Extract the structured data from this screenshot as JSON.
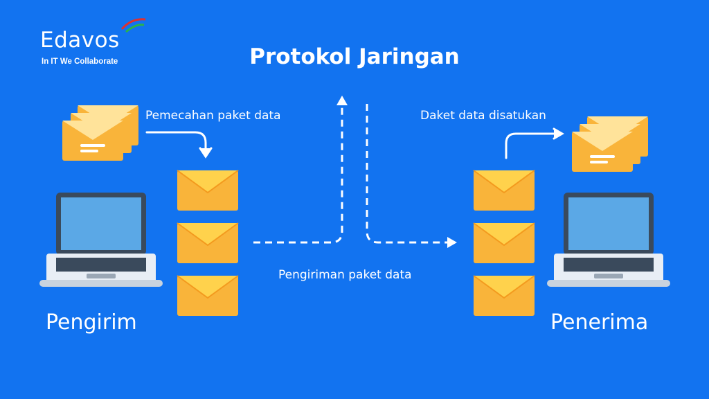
{
  "brand": {
    "name": "Edavos",
    "tagline": "In IT We Collaborate"
  },
  "title": "Protokol Jaringan",
  "labels": {
    "split": "Pemecahan paket data",
    "join": "Daket data disatukan",
    "send": "Pengiriman paket data",
    "sender": "Pengirim",
    "receiver": "Penerima"
  },
  "colors": {
    "background": "#1273F0",
    "envelope": "#F9B43A",
    "envelope_flap": "#FFD24C",
    "laptop_screen": "#5BA8E6",
    "laptop_body": "#E8EEF5"
  }
}
